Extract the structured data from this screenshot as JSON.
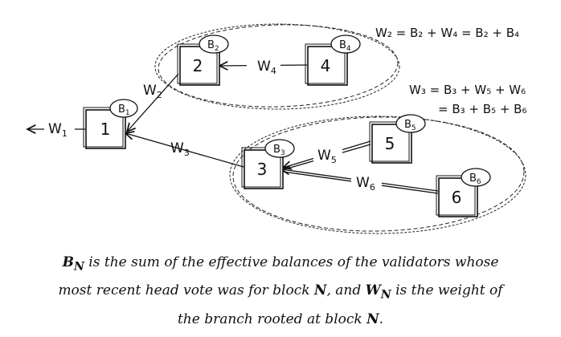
{
  "diagram": {
    "blocks": [
      {
        "id": "1",
        "label": "1",
        "balance_main": "B",
        "balance_sub": "1"
      },
      {
        "id": "2",
        "label": "2",
        "balance_main": "B",
        "balance_sub": "2"
      },
      {
        "id": "3",
        "label": "3",
        "balance_main": "B",
        "balance_sub": "3"
      },
      {
        "id": "4",
        "label": "4",
        "balance_main": "B",
        "balance_sub": "4"
      },
      {
        "id": "5",
        "label": "5",
        "balance_main": "B",
        "balance_sub": "5"
      },
      {
        "id": "6",
        "label": "6",
        "balance_main": "B",
        "balance_sub": "6"
      }
    ],
    "edges": [
      {
        "from": "4",
        "to": "2",
        "w_main": "W",
        "w_sub": "4"
      },
      {
        "from": "2",
        "to": "1",
        "w_main": "W",
        "w_sub": "2"
      },
      {
        "from": "3",
        "to": "1",
        "w_main": "W",
        "w_sub": "3"
      },
      {
        "from": "5",
        "to": "3",
        "w_main": "W",
        "w_sub": "5"
      },
      {
        "from": "6",
        "to": "3",
        "w_main": "W",
        "w_sub": "6"
      },
      {
        "from": "1",
        "to": "out",
        "w_main": "W",
        "w_sub": "1"
      }
    ],
    "equations": {
      "eq_w2": "W₂ = B₂ + W₄ = B₂ + B₄",
      "eq_w3_line1": "W₃ = B₃ + W₅ + W₆",
      "eq_w3_line2": "= B₃ + B₅ + B₆"
    }
  },
  "caption": {
    "bn": "B",
    "bn_sub": "N",
    "part1": " is the sum of the effective balances of the validators whose",
    "part2": "most recent head vote was for block ",
    "n1": "N",
    "part3": ", and ",
    "wn": "W",
    "wn_sub": "N",
    "part4": " is the weight of",
    "part5": "the branch rooted at block ",
    "n2": "N",
    "part6": "."
  }
}
